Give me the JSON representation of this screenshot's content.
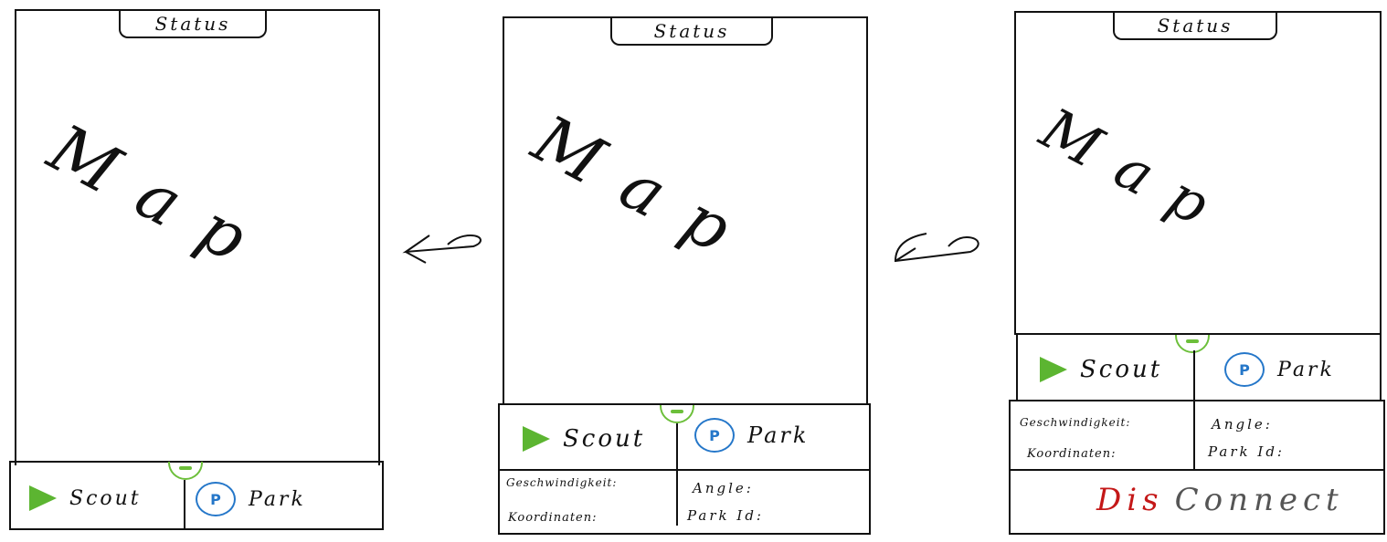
{
  "colors": {
    "ink": "#111111",
    "handle": "#6cbf3a",
    "scout": "#5cb531",
    "park": "#2577c9",
    "dis": "#c41818",
    "connect": "#555555"
  },
  "panels": [
    {
      "status": "Status",
      "map": "Map",
      "scout_label": "Scout",
      "park_icon": "P",
      "park_label": "Park"
    },
    {
      "status": "Status",
      "map": "Map",
      "scout_label": "Scout",
      "park_icon": "P",
      "park_label": "Park",
      "speed": "Geschwindigkeit:",
      "coords": "Koordinaten:",
      "angle": "Angle:",
      "park_id": "Park Id:"
    },
    {
      "status": "Status",
      "map": "Map",
      "scout_label": "Scout",
      "park_icon": "P",
      "park_label": "Park",
      "speed": "Geschwindigkeit:",
      "coords": "Koordinaten:",
      "angle": "Angle:",
      "park_id": "Park Id:",
      "dis": "Dis",
      "connect": "Connect"
    }
  ],
  "arrows": [
    "swap-arrow-icon",
    "swap-arrow-icon"
  ]
}
